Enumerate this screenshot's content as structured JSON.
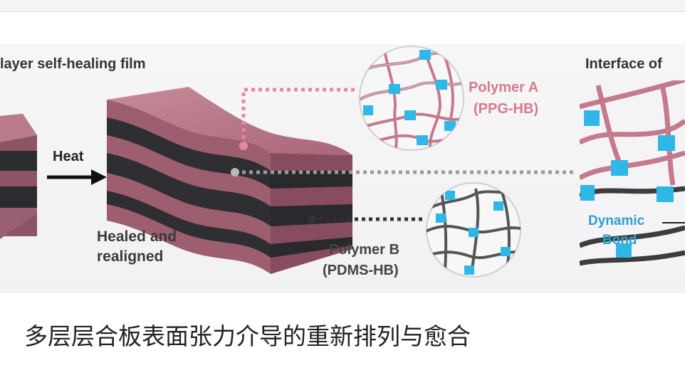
{
  "figure": {
    "left_title": "layer self-healing film",
    "right_title": "Interface of",
    "arrow_label": "Heat",
    "healed_label_line1": "Healed and",
    "healed_label_line2": "realigned",
    "polymer_a_line1": "Polymer A",
    "polymer_a_line2": "(PPG-HB)",
    "polymer_b_line1": "Polymer B",
    "polymer_b_line2": "(PDMS-HB)",
    "dynamic_line1": "Dynamic",
    "dynamic_line2": "Bond"
  },
  "caption": "多层层合板表面张力介导的重新排列与愈合",
  "colors": {
    "polymer_a": "#d77a8d",
    "polymer_b": "#3d3d3d",
    "bond": "#2fb7e8",
    "film_pink": "#9d5e70",
    "film_dark": "#2f2f33"
  }
}
